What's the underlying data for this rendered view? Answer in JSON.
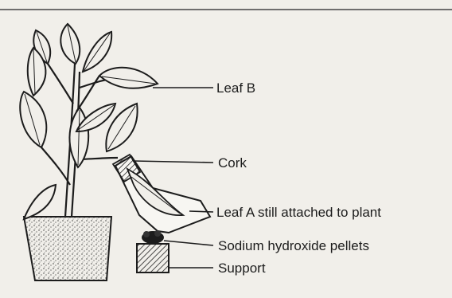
{
  "labels": {
    "leaf_b": "Leaf B",
    "cork": "Cork",
    "leaf_a": "Leaf A still attached to plant",
    "naoh": "Sodium hydroxide pellets",
    "support": "Support"
  },
  "colors": {
    "ink": "#1c1c1c",
    "paper": "#f1efea"
  }
}
